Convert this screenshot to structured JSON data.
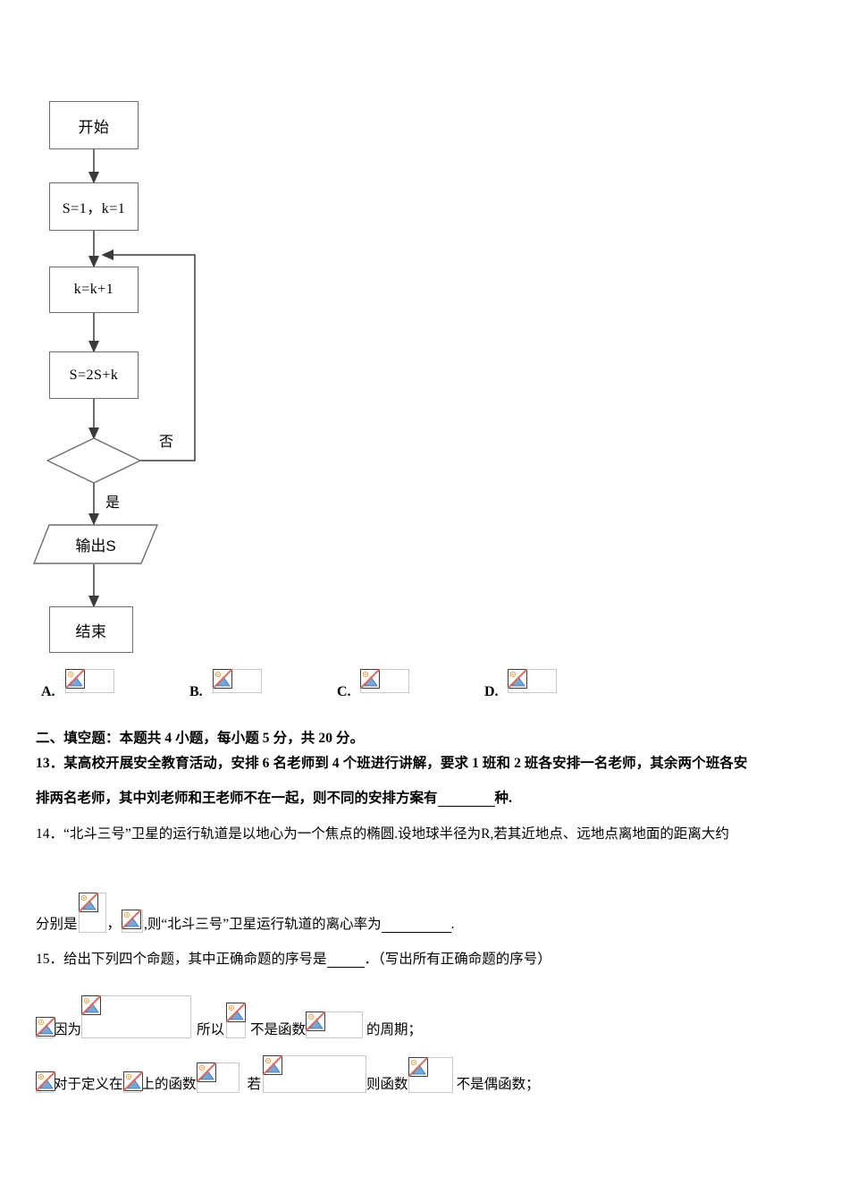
{
  "document": {
    "type": "math-exam-paper",
    "language": "zh-CN"
  },
  "flowchart": {
    "nodes": {
      "start": "开始",
      "init": "S=1，k=1",
      "increment": "k=k+1",
      "accumulate": "S=2S+k",
      "condition": "",
      "output": "输出S",
      "end": "结束"
    },
    "branch_labels": {
      "no": "否",
      "yes": "是"
    }
  },
  "choices": {
    "items": [
      {
        "label": "A.",
        "image": "broken-image-placeholder"
      },
      {
        "label": "B.",
        "image": "broken-image-placeholder"
      },
      {
        "label": "C.",
        "image": "broken-image-placeholder"
      },
      {
        "label": "D.",
        "image": "broken-image-placeholder"
      }
    ]
  },
  "section": {
    "heading": "二、填空题：本题共 4 小题，每小题 5 分，共 20 分。"
  },
  "questions": {
    "q13": {
      "line1": "13．某高校开展安全教育活动，安排 6 名老师到 4 个班进行讲解，要求 1 班和 2 班各安排一名老师，其余两个班各安",
      "line2_before": "排两名老师，其中刘老师和王老师不在一起，则不同的安排方案有",
      "line2_after": "种."
    },
    "q14": {
      "line1_a": "14．“北斗三号”卫星的运行轨道是以地心为一个焦点的椭圆.设地球半径为 ",
      "line1_var": "R",
      "line1_b": ",若其近地点、远地点离地面的距离大约",
      "line2_a": "分别是",
      "line2_sep": "，",
      "line2_b": ",则“北斗三号”卫星运行轨道的离心率为",
      "line2_end": "."
    },
    "q15": {
      "stem_a": "15．给出下列四个命题，其中正确命题的序号是",
      "stem_b": "．（写出所有正确命题的序号）",
      "prop1": {
        "t1": "因为",
        "t2": "所以",
        "t3": "不是函数",
        "t4": "的周期；"
      },
      "prop2": {
        "t1": "对于定义在",
        "t2": "上的函数",
        "t3": "若",
        "t4": "则函数",
        "t5": "不是偶函数；"
      }
    }
  },
  "colors": {
    "flowchart_stroke": "#6d6d6d",
    "image_border": "#c8c8c8",
    "broken_slash": "#e4665a",
    "broken_sun": "#f0a848",
    "broken_mountain": "#6fa8dc",
    "text": "#000000"
  }
}
